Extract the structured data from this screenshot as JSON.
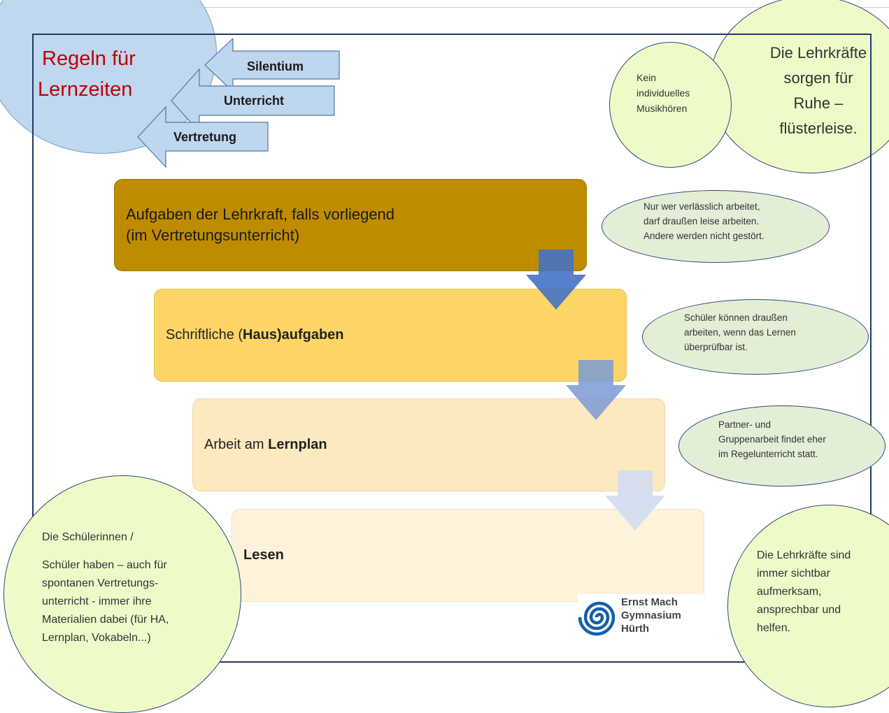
{
  "title": {
    "line1": "Regeln für",
    "line2": "Lernzeiten"
  },
  "tags": [
    "Silentium",
    "Unterricht",
    "Vertretung"
  ],
  "steps": [
    {
      "strong": "Aufgaben der Lehrkraft",
      "rest": ", falls vorliegend",
      "line2": "(im Vertretungsunterricht)"
    },
    {
      "pre": "Schriftliche (",
      "strong": "Haus)aufgaben"
    },
    {
      "pre": "Arbeit am ",
      "strong": "Lernplan"
    },
    {
      "strong": "Lesen"
    }
  ],
  "notes": {
    "kein": [
      "Kein",
      "individuelles",
      "Musikhören"
    ],
    "lehrkraefte_ruhe": [
      "Die Lehrkräfte",
      "sorgen für",
      "Ruhe –",
      "flüsterleise."
    ],
    "verlaesslich": [
      "Nur wer verlässlich arbeitet,",
      "darf draußen leise arbeiten.",
      "Andere werden nicht gestört."
    ],
    "draussen": [
      "Schüler können draußen",
      "arbeiten, wenn das Lernen",
      "überprüfbar ist."
    ],
    "partner": [
      "Partner- und",
      "Gruppenarbeit findet eher",
      "im Regelunterricht statt."
    ],
    "schueler": [
      "Die Schülerinnen /",
      "Schüler haben – auch für",
      "spontanen Vertretungs-",
      "unterricht - immer ihre",
      "Materialien dabei (für HA,",
      "Lernplan, Vokabeln...)"
    ],
    "sichtbar": [
      "Die Lehrkräfte sind",
      "immer sichtbar",
      "aufmerksam,",
      "ansprechbar und",
      "helfen."
    ]
  },
  "logo": {
    "lines": [
      "Ernst Mach",
      "Gymnasium",
      "Hürth"
    ]
  },
  "colors": {
    "title_red": "#c00000",
    "step1": "#bf8c00",
    "step2": "#fdd567",
    "step3": "#fde9bf",
    "step4": "#fef3da",
    "arrow_blue": "#4472c4",
    "frame": "#1f3b66"
  }
}
